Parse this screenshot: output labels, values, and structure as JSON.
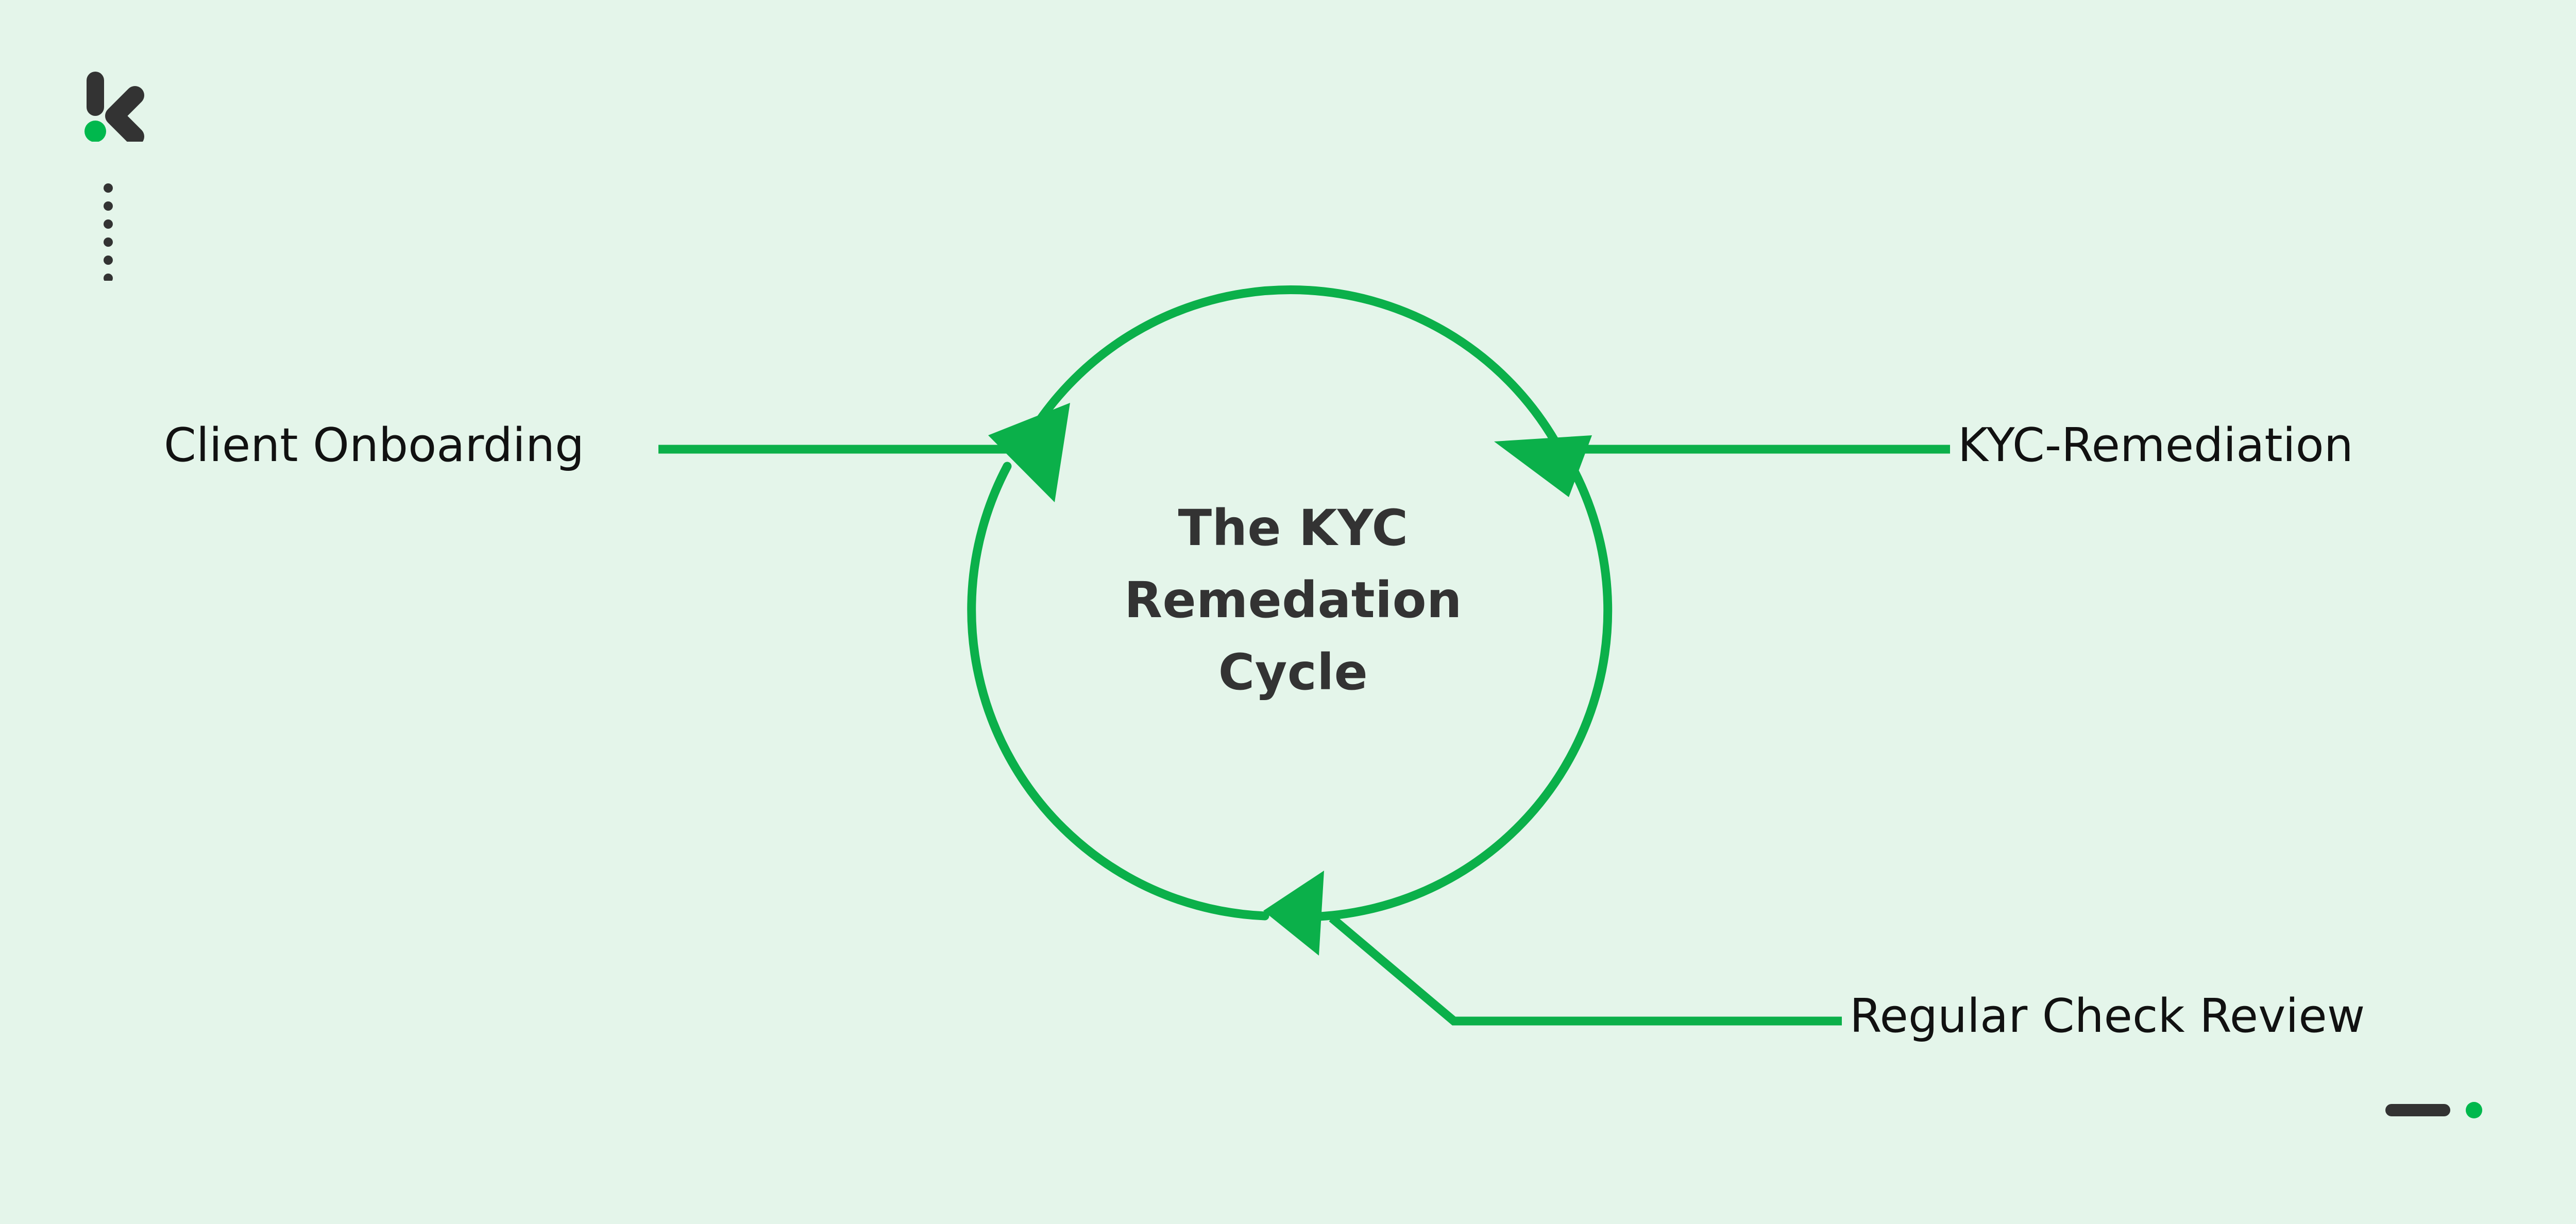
{
  "background_color": "#E4F5EA",
  "accent_green": "#0BB04A",
  "dark_ink": "#333333",
  "text_ink": "#111111",
  "brand": {
    "logo_name": "kyc-hub-k-logo",
    "logo_bar_color": "#333333",
    "logo_chevron_color": "#333333",
    "logo_dot_color": "#00B84D",
    "dotted_rule_dot_count": 6,
    "dotted_rule_color": "#333333"
  },
  "center": {
    "title_line_1": "The KYC",
    "title_line_2": "Remedation",
    "title_line_3": "Cycle",
    "title_full": "The KYC Remedation Cycle",
    "circle_stroke_color": "#0BB04A"
  },
  "chart_data": {
    "type": "diagram",
    "diagram_kind": "cycle",
    "title": "The KYC Remedation Cycle",
    "center_label": "The KYC Remedation Cycle",
    "nodes": [
      {
        "id": "client-onboarding",
        "label": "Client Onboarding",
        "position": "left"
      },
      {
        "id": "kyc-remediation",
        "label": "KYC-Remediation",
        "position": "right"
      },
      {
        "id": "regular-check-review",
        "label": "Regular Check Review",
        "position": "bottom-right"
      }
    ],
    "edges": [
      {
        "from": "client-onboarding",
        "to": "cycle",
        "arrow": "into-circle",
        "entry_point": "upper-left",
        "direction": "clockwise"
      },
      {
        "from": "kyc-remediation",
        "to": "cycle",
        "arrow": "into-circle",
        "entry_point": "upper-right",
        "direction": "clockwise"
      },
      {
        "from": "regular-check-review",
        "to": "cycle",
        "arrow": "into-circle",
        "entry_point": "bottom",
        "direction": "clockwise"
      }
    ],
    "legend": [],
    "colors": {
      "edge": "#0BB04A",
      "text": "#111111",
      "center_text": "#333333"
    }
  },
  "labels": {
    "client_onboarding": "Client Onboarding",
    "kyc_remediation": "KYC-Remediation",
    "regular_check_review": "Regular Check Review"
  },
  "corner_mark": {
    "name": "footer-dash-dot-mark",
    "bar_color": "#333333",
    "dot_color": "#00B84D"
  }
}
